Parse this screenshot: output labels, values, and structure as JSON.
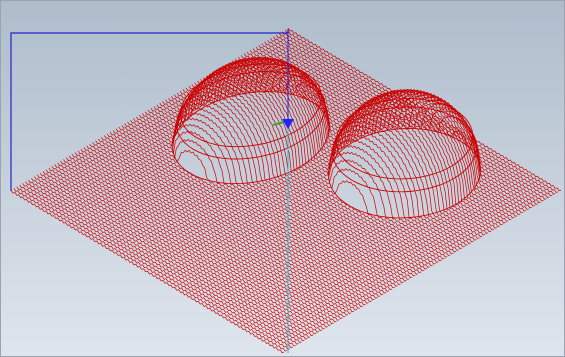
{
  "viewport": {
    "background_top": "#aebccb",
    "background_bottom": "#dfe5ed",
    "toolpath_color": "#cc0000",
    "stock_outline_color": "#2222cc",
    "axis_z_color": "#2222cc",
    "axis_x_color": "#33bbcc",
    "axis_y_color": "#33aa33",
    "origin_marker_color": "#2222ff",
    "projection": "isometric",
    "toolpath_style": "raster-lines",
    "features": [
      "pocket-left",
      "pocket-right"
    ]
  }
}
